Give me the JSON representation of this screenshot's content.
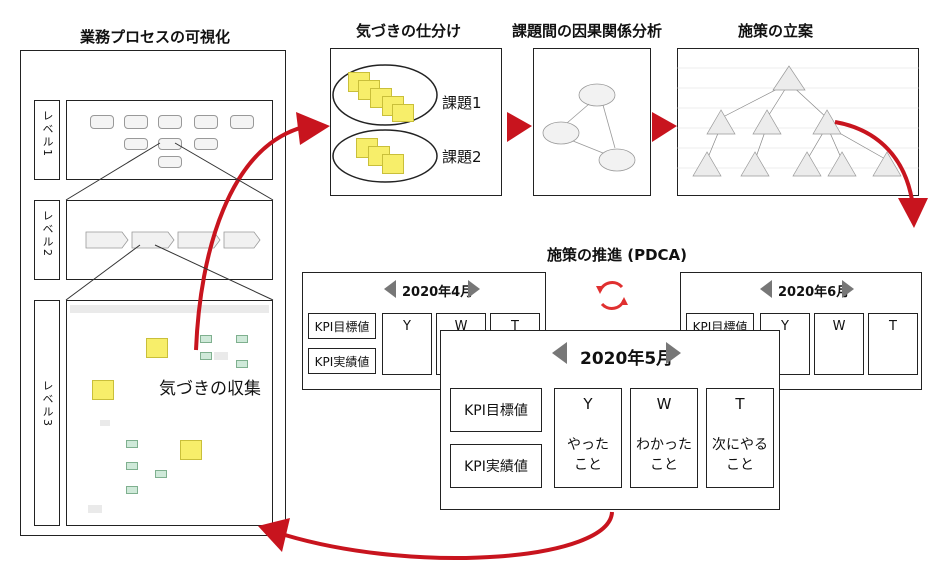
{
  "sections": {
    "visualization": "業務プロセスの可視化",
    "sorting": "気づきの仕分け",
    "causal": "課題間の因果関係分析",
    "planning": "施策の立案",
    "promotion": "施策の推進 (PDCA)"
  },
  "levels": [
    "レベル1",
    "レベル2",
    "レベル3"
  ],
  "collect_label": "気づきの収集",
  "issues": [
    "課題1",
    "課題2"
  ],
  "pdca": {
    "months": [
      "2020年4月",
      "2020年5月",
      "2020年6月"
    ],
    "kpi_target": "KPI目標値",
    "kpi_actual": "KPI実績値",
    "cols": [
      "Y",
      "W",
      "T"
    ],
    "col_desc": [
      "やった\nこと",
      "わかった\nこと",
      "次にやる\nこと"
    ]
  },
  "colors": {
    "arrow_red": "#c8141e",
    "sticky": "#f7ee6a",
    "pdca_cycle": "#e03030"
  }
}
